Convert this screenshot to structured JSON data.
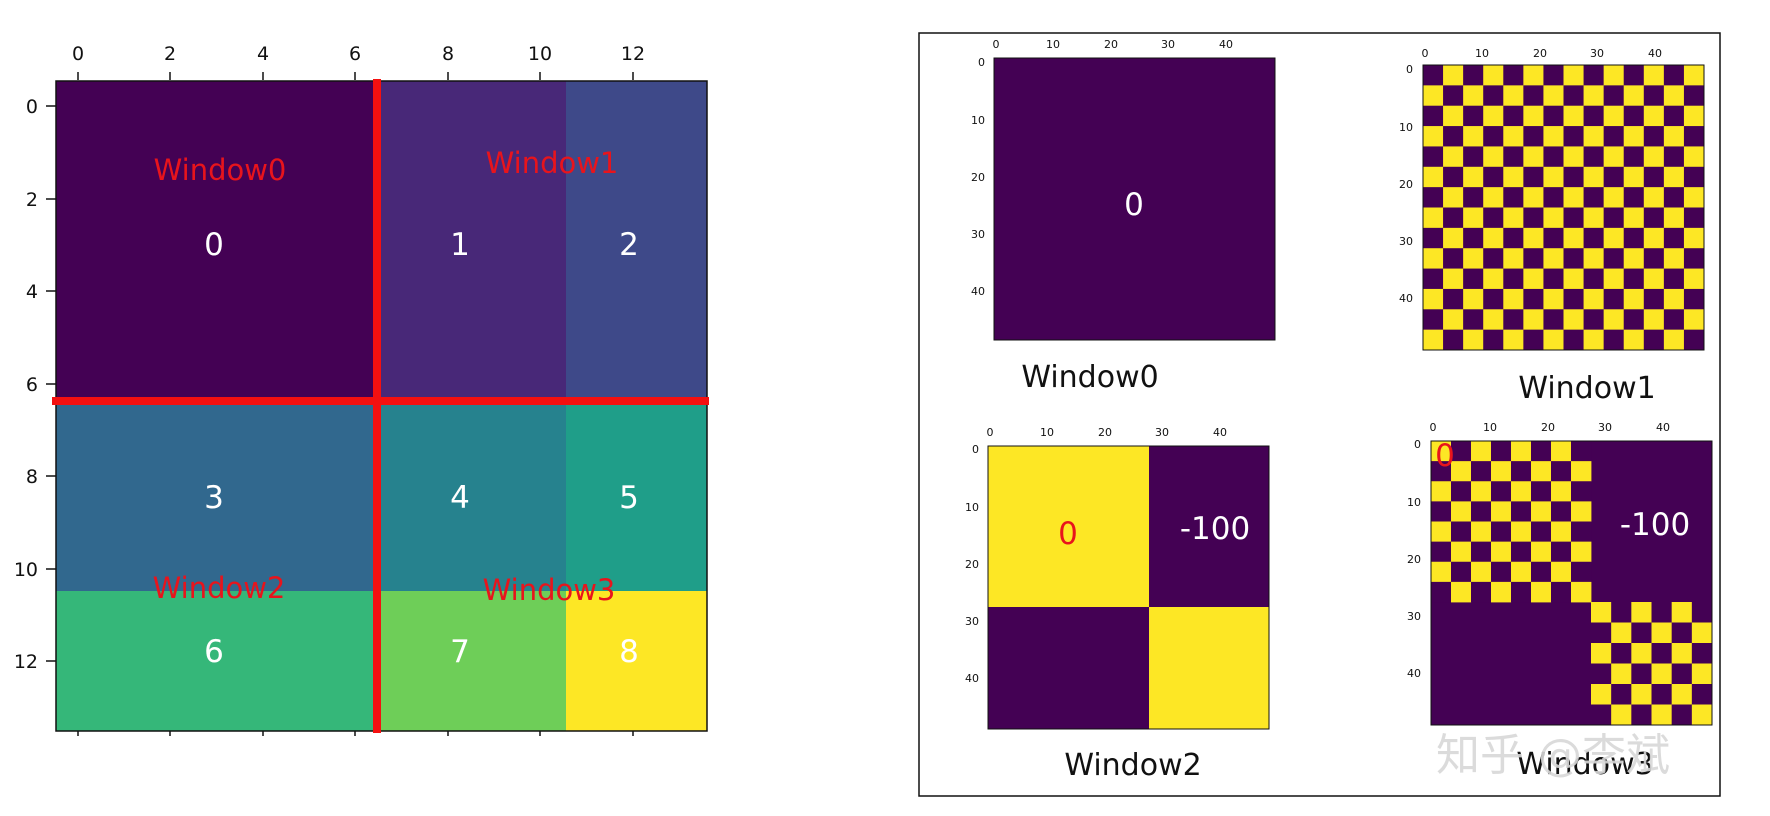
{
  "colors": {
    "grid_cells": [
      "#440154",
      "#482878",
      "#3e4989",
      "#31688e",
      "#26828e",
      "#1f9e89",
      "#35b779",
      "#6ece58",
      "#fde725"
    ],
    "cell_dark": "#440154",
    "cell_yellow": "#fde725",
    "divider_red": "#f41010",
    "label_red": "#e8141c"
  },
  "left_grid": {
    "x_ticks": [
      "0",
      "2",
      "4",
      "6",
      "8",
      "10",
      "12"
    ],
    "y_ticks": [
      "0",
      "2",
      "4",
      "6",
      "8",
      "10",
      "12"
    ],
    "cells": [
      "0",
      "1",
      "2",
      "3",
      "4",
      "5",
      "6",
      "7",
      "8"
    ],
    "window_labels": [
      "Window0",
      "Window1",
      "Window2",
      "Window3"
    ]
  },
  "right_panels": {
    "x_ticks": [
      "0",
      "10",
      "20",
      "30",
      "40"
    ],
    "y_ticks": [
      "0",
      "10",
      "20",
      "30",
      "40"
    ],
    "titles": [
      "Window0",
      "Window1",
      "Window2",
      "Window3"
    ],
    "window0_value": "0",
    "window2_values": [
      "0",
      "-100"
    ],
    "window3_values": [
      "0",
      "-100"
    ]
  },
  "watermark": "知乎 @李斌"
}
